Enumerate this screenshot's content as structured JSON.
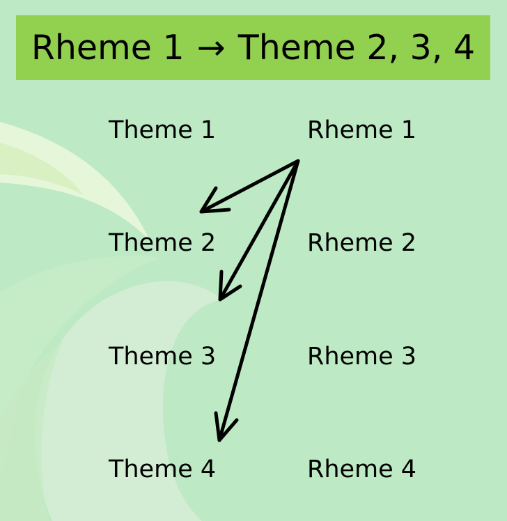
{
  "title": {
    "from": "Rheme 1",
    "arrow": "→",
    "to": "Theme 2, 3, 4"
  },
  "themes": [
    "Theme 1",
    "Theme 2",
    "Theme 3",
    "Theme 4"
  ],
  "rhemes": [
    "Rheme 1",
    "Rheme 2",
    "Rheme 3",
    "Rheme 4"
  ],
  "colors": {
    "background": "#bdeac4",
    "title_bar": "#92d050",
    "arrow": "#000000"
  },
  "icons": [
    "arrow-right-icon"
  ]
}
